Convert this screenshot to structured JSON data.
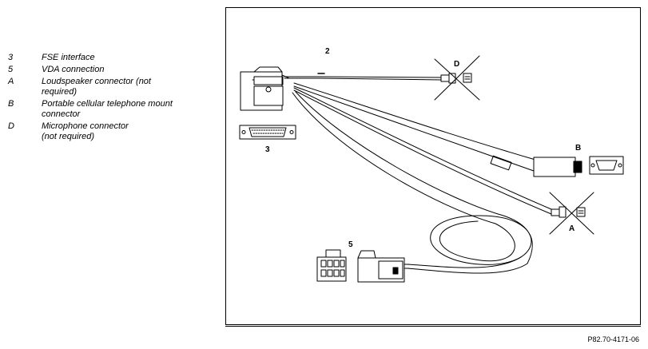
{
  "legend": {
    "items": [
      {
        "key": "3",
        "text": "FSE interface"
      },
      {
        "key": "5",
        "text": "VDA connection"
      },
      {
        "key": "A",
        "text": "Loudspeaker connector (not required)"
      },
      {
        "key": "B",
        "text": "Portable cellular telephone mount connector"
      },
      {
        "key": "D",
        "text": "Microphone connector (not required)"
      }
    ]
  },
  "callouts": {
    "c2": "2",
    "c3": "3",
    "c5": "5",
    "cA": "A",
    "cB": "B",
    "cD": "D"
  },
  "figure_ref": "P82.70-4171-06"
}
